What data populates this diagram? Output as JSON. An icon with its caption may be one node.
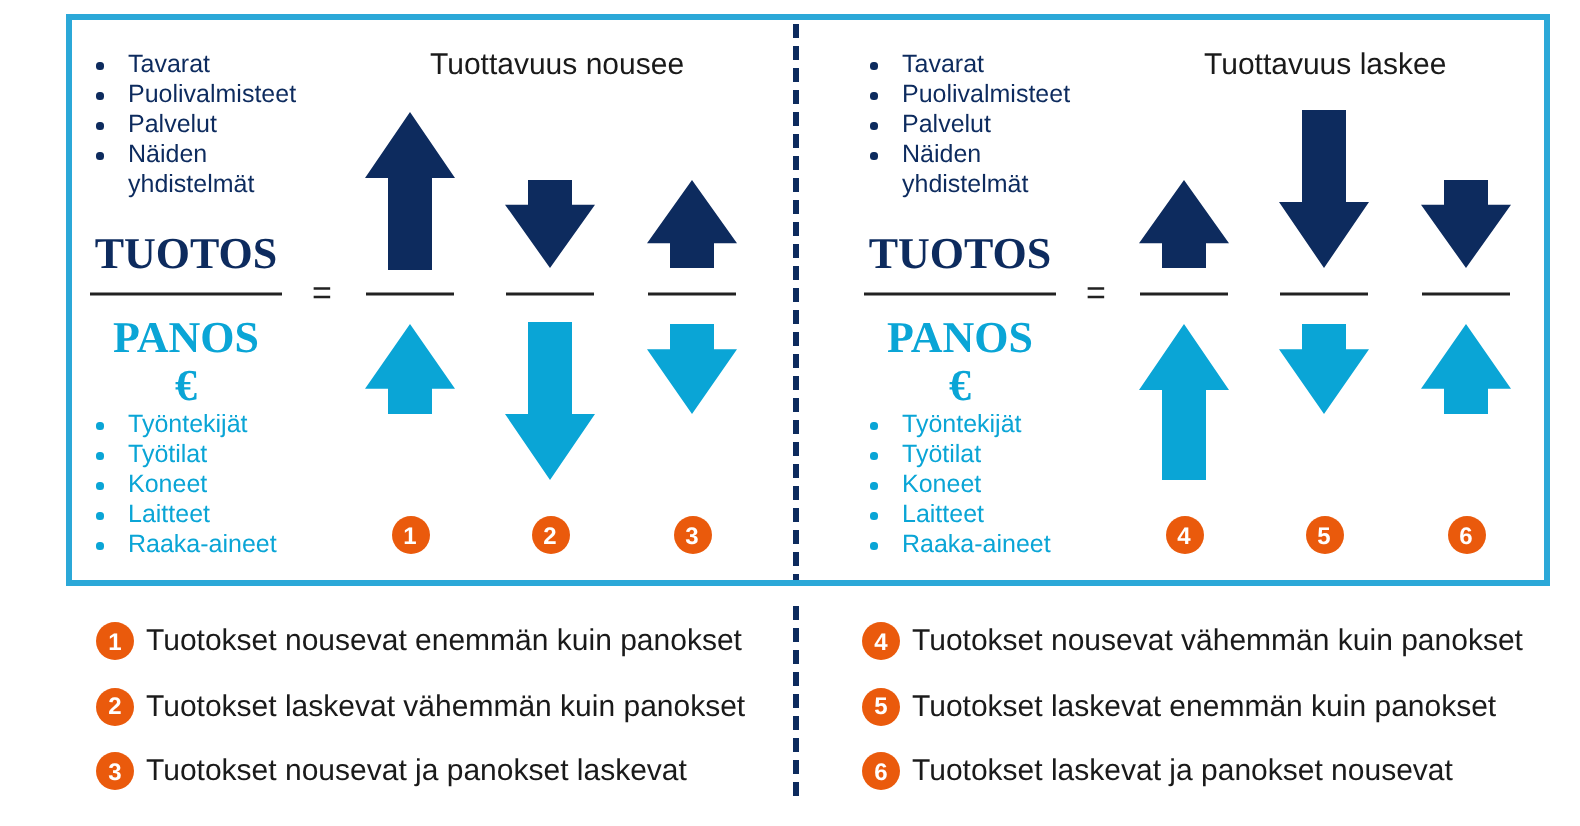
{
  "diagram": {
    "nodes": [
      {
        "text": [
          "1"
        ]
      },
      {
        "text": [
          "2"
        ]
      },
      {
        "text": [
          "3"
        ]
      },
      {
        "text": [
          "4"
        ]
      },
      {
        "text": [
          "5"
        ]
      },
      {
        "text": [
          "6"
        ]
      },
      {
        "text": [
          "1"
        ],
        "beside": [
          "Tuotokset nousevat enemmän kuin panokset"
        ]
      },
      {
        "text": [
          "2"
        ],
        "beside": [
          "Tuotokset laskevat vähemmän kuin panokset"
        ]
      },
      {
        "text": [
          "3"
        ],
        "beside": [
          "Tuotokset nousevat ja panokset laskevat"
        ]
      },
      {
        "text": [
          "4"
        ],
        "beside": [
          "Tuotokset nousevat vähemmän kuin panokset"
        ]
      },
      {
        "text": [
          "5"
        ],
        "beside": [
          "Tuotokset laskevat enemmän kuin panokset"
        ]
      },
      {
        "text": [
          "6"
        ],
        "beside": [
          "Tuotokset laskevat ja panokset nousevat"
        ]
      }
    ],
    "edges": [],
    "labels": [
      "Tavarat",
      "Puolivalmisteet",
      "Palvelut",
      "Näiden yhdistelmät",
      "Tuottavuus nousee",
      "TUOTOS",
      "=",
      "PANOS",
      "€",
      "Työntekijät",
      "Työtilat",
      "Koneet",
      "Laitteet",
      "Raaka-aineet",
      "Tavarat",
      "Puolivalmisteet",
      "Palvelut",
      "Näiden yhdistelmät",
      "Tuottavuus laskee",
      "TUOTOS",
      "=",
      "PANOS",
      "€",
      "Työntekijät",
      "Työtilat",
      "Koneet",
      "Laitteet",
      "Raaka-aineet"
    ]
  }
}
